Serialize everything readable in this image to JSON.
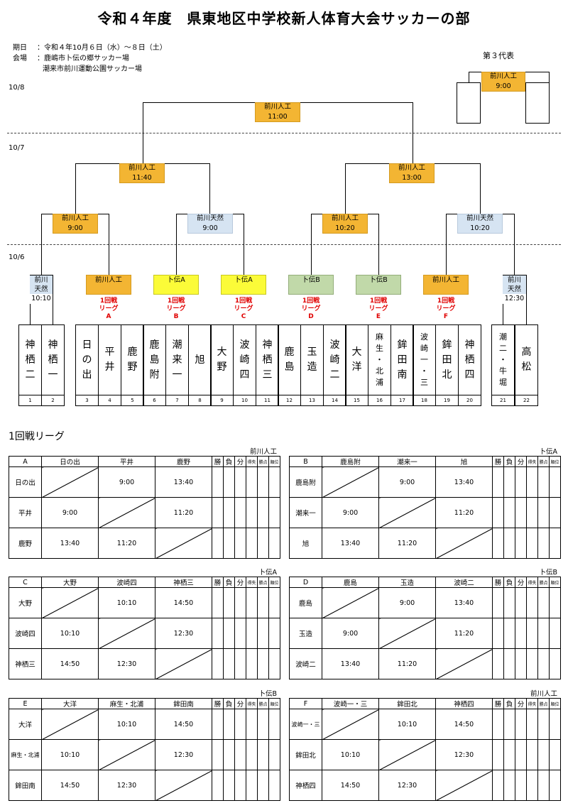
{
  "title": "令和４年度　県東地区中学校新人体育大会サッカーの部",
  "info": {
    "period_label": "期日",
    "period": "：令和４年10月６日（水）～８日（土）",
    "venue_label": "会場",
    "venue1": "：鹿嶋市卜伝の郷サッカー場",
    "venue2": "潮来市前川運動公園サッカー場"
  },
  "dates": {
    "d1": "10/8",
    "d2": "10/7",
    "d3": "10/6"
  },
  "third_place": {
    "label": "第３代表",
    "venue": "前川人工",
    "time": "9:00"
  },
  "final": {
    "venue": "前川人工",
    "time": "11:00"
  },
  "semis": [
    {
      "venue": "前川人工",
      "time": "11:40"
    },
    {
      "venue": "前川人工",
      "time": "13:00"
    }
  ],
  "quarters": [
    {
      "venue": "前川人工",
      "time": "9:00"
    },
    {
      "venue": "前川天然",
      "time": "9:00"
    },
    {
      "venue": "前川人工",
      "time": "10:20"
    },
    {
      "venue": "前川天然",
      "time": "10:20"
    }
  ],
  "r1": [
    {
      "venue1": "前川",
      "venue2": "天然",
      "time": "10:10"
    },
    {
      "venue1": "前川",
      "venue2": "天然",
      "time": "12:30"
    }
  ],
  "leagues_top": [
    {
      "venue": "前川人工",
      "l1": "1回戦",
      "l2": "リーグ",
      "l3": "A"
    },
    {
      "venue": "卜伝A",
      "l1": "1回戦",
      "l2": "リーグ",
      "l3": "B"
    },
    {
      "venue": "卜伝A",
      "l1": "1回戦",
      "l2": "リーグ",
      "l3": "C"
    },
    {
      "venue": "卜伝B",
      "l1": "1回戦",
      "l2": "リーグ",
      "l3": "D"
    },
    {
      "venue": "卜伝B",
      "l1": "1回戦",
      "l2": "リーグ",
      "l3": "E"
    },
    {
      "venue": "前川人工",
      "l1": "1回戦",
      "l2": "リーグ",
      "l3": "F"
    }
  ],
  "teams": [
    {
      "no": "1",
      "c": [
        "神",
        "栖",
        "二"
      ]
    },
    {
      "no": "2",
      "c": [
        "神",
        "栖",
        "一"
      ]
    },
    {
      "no": "3",
      "c": [
        "日",
        "の",
        "出"
      ]
    },
    {
      "no": "4",
      "c": [
        "平",
        "井"
      ]
    },
    {
      "no": "5",
      "c": [
        "鹿",
        "野"
      ]
    },
    {
      "no": "6",
      "c": [
        "鹿",
        "島",
        "附"
      ]
    },
    {
      "no": "7",
      "c": [
        "潮",
        "来",
        "一"
      ]
    },
    {
      "no": "8",
      "c": [
        "旭"
      ]
    },
    {
      "no": "9",
      "c": [
        "大",
        "野"
      ]
    },
    {
      "no": "10",
      "c": [
        "波",
        "崎",
        "四"
      ]
    },
    {
      "no": "11",
      "c": [
        "神",
        "栖",
        "三"
      ]
    },
    {
      "no": "12",
      "c": [
        "鹿",
        "島"
      ]
    },
    {
      "no": "13",
      "c": [
        "玉",
        "造"
      ]
    },
    {
      "no": "14",
      "c": [
        "波",
        "崎",
        "二"
      ]
    },
    {
      "no": "15",
      "c": [
        "大",
        "洋"
      ]
    },
    {
      "no": "16",
      "c": [
        "麻",
        "生",
        "・",
        "北",
        "浦"
      ]
    },
    {
      "no": "17",
      "c": [
        "鉾",
        "田",
        "南"
      ]
    },
    {
      "no": "18",
      "c": [
        "波",
        "崎",
        "一",
        "・",
        "三"
      ]
    },
    {
      "no": "19",
      "c": [
        "鉾",
        "田",
        "北"
      ]
    },
    {
      "no": "20",
      "c": [
        "神",
        "栖",
        "四"
      ]
    },
    {
      "no": "21",
      "c": [
        "潮",
        "二",
        "・",
        "牛",
        "堀"
      ]
    },
    {
      "no": "22",
      "c": [
        "高",
        "松"
      ]
    }
  ],
  "league_section_title": "1回戦リーグ",
  "stat_headers": {
    "win": "勝",
    "lose": "負",
    "draw": "分",
    "gf": "得失",
    "pts": "勝点",
    "rank": "順位"
  },
  "leagues": [
    {
      "id": "A",
      "venue": "前川人工",
      "teams": [
        "日の出",
        "平井",
        "鹿野"
      ],
      "t12": "9:00",
      "t13": "13:40",
      "t23": "11:20"
    },
    {
      "id": "B",
      "venue": "卜伝A",
      "teams": [
        "鹿島附",
        "潮来一",
        "旭"
      ],
      "t12": "9:00",
      "t13": "13:40",
      "t23": "11:20"
    },
    {
      "id": "C",
      "venue": "卜伝A",
      "teams": [
        "大野",
        "波崎四",
        "神栖三"
      ],
      "t12": "10:10",
      "t13": "14:50",
      "t23": "12:30"
    },
    {
      "id": "D",
      "venue": "卜伝B",
      "teams": [
        "鹿島",
        "玉造",
        "波崎二"
      ],
      "t12": "9:00",
      "t13": "13:40",
      "t23": "11:20"
    },
    {
      "id": "E",
      "venue": "卜伝B",
      "teams": [
        "大洋",
        "麻生・北浦",
        "鉾田南"
      ],
      "t12": "10:10",
      "t13": "14:50",
      "t23": "12:30"
    },
    {
      "id": "F",
      "venue": "前川人工",
      "teams": [
        "波崎一・三",
        "鉾田北",
        "神栖四"
      ],
      "t12": "10:10",
      "t13": "14:50",
      "t23": "12:30"
    }
  ]
}
